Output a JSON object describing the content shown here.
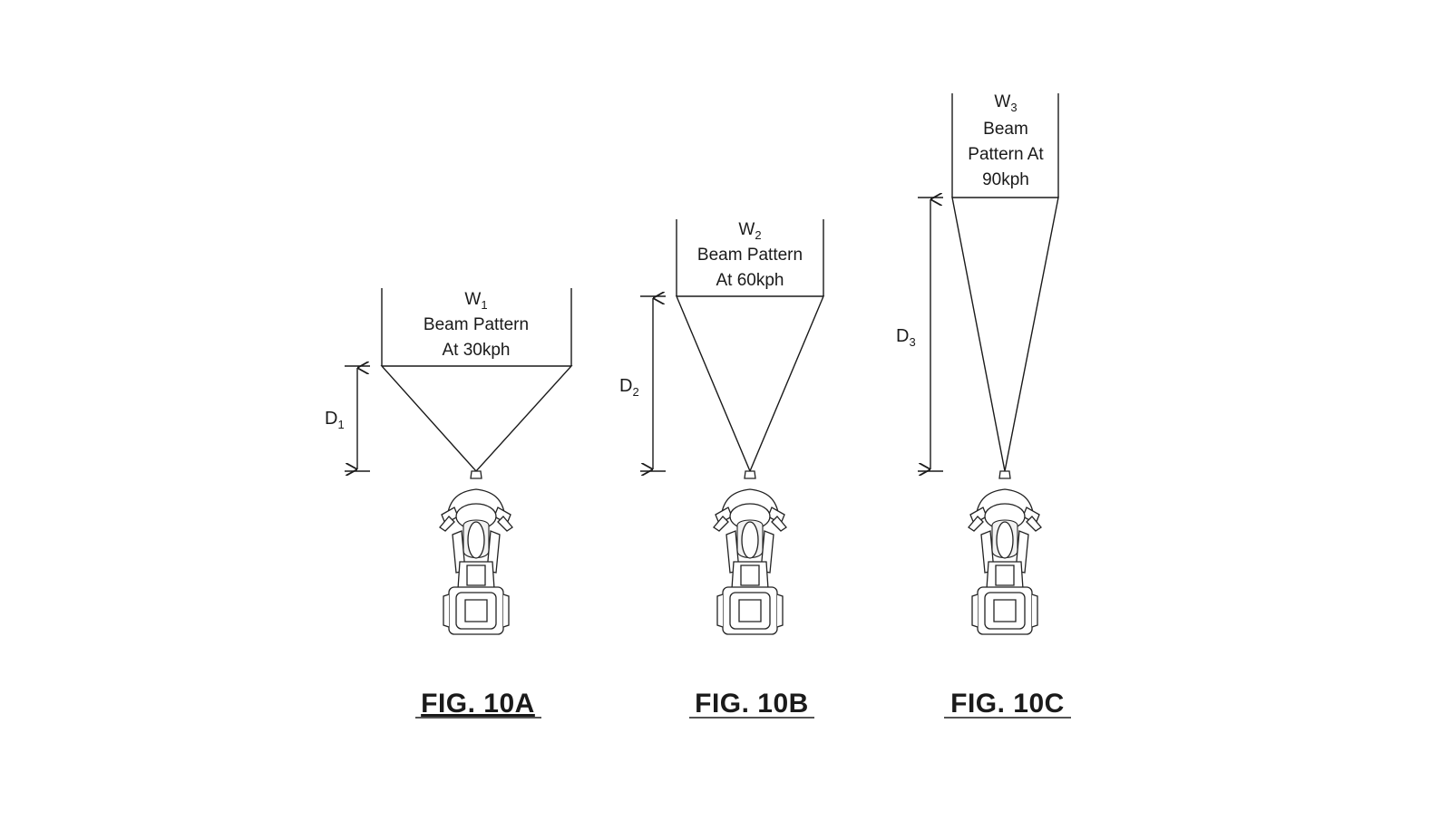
{
  "figures": [
    {
      "caption": "FIG. 10A",
      "width_symbol": "W",
      "width_sub": "1",
      "beam_lines": [
        "Beam Pattern",
        "At 30kph"
      ],
      "distance_symbol": "D",
      "distance_sub": "1"
    },
    {
      "caption": "FIG. 10B",
      "width_symbol": "W",
      "width_sub": "2",
      "beam_lines": [
        "Beam Pattern",
        "At 60kph"
      ],
      "distance_symbol": "D",
      "distance_sub": "2"
    },
    {
      "caption": "FIG. 10C",
      "width_symbol": "W",
      "width_sub": "3",
      "beam_lines": [
        "Beam",
        "Pattern At",
        "90kph"
      ],
      "distance_symbol": "D",
      "distance_sub": "3"
    }
  ]
}
